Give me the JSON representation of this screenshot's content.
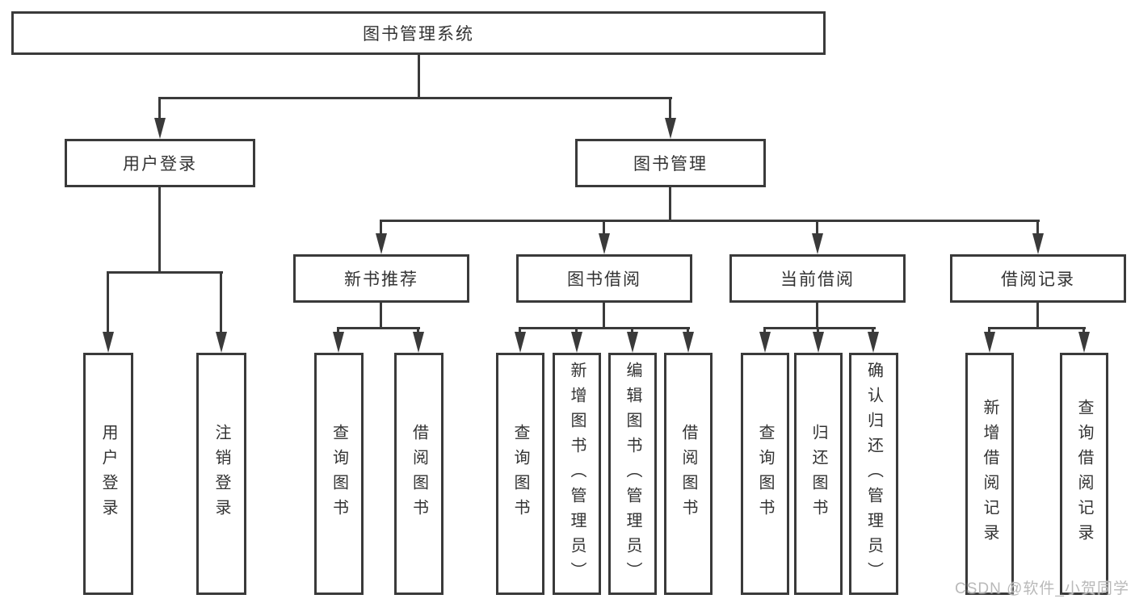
{
  "diagram": {
    "title": "图书管理系统",
    "root": {
      "label": "图书管理系统"
    },
    "level2": {
      "user_login": {
        "label": "用户登录"
      },
      "book_management": {
        "label": "图书管理"
      }
    },
    "level3": {
      "new_book_recommend": {
        "label": "新书推荐"
      },
      "book_borrow": {
        "label": "图书借阅"
      },
      "current_borrow": {
        "label": "当前借阅"
      },
      "borrow_records": {
        "label": "借阅记录"
      }
    },
    "leaves": {
      "user_login": [
        "用户登录",
        "注销登录"
      ],
      "new_book_recommend": [
        "查询图书",
        "借阅图书"
      ],
      "book_borrow": [
        "查询图书",
        "新增图书（管理员）",
        "编辑图书（管理员）",
        "借阅图书"
      ],
      "current_borrow": [
        "查询图书",
        "归还图书",
        "确认归还（管理员）"
      ],
      "borrow_records": [
        "新增借阅记录",
        "查询借阅记录"
      ]
    }
  },
  "watermark": "CSDN @软件_小贺同学",
  "colors": {
    "line": "#3a3a3a",
    "text": "#333333",
    "background": "#ffffff",
    "watermark": "#b9b9b9"
  }
}
